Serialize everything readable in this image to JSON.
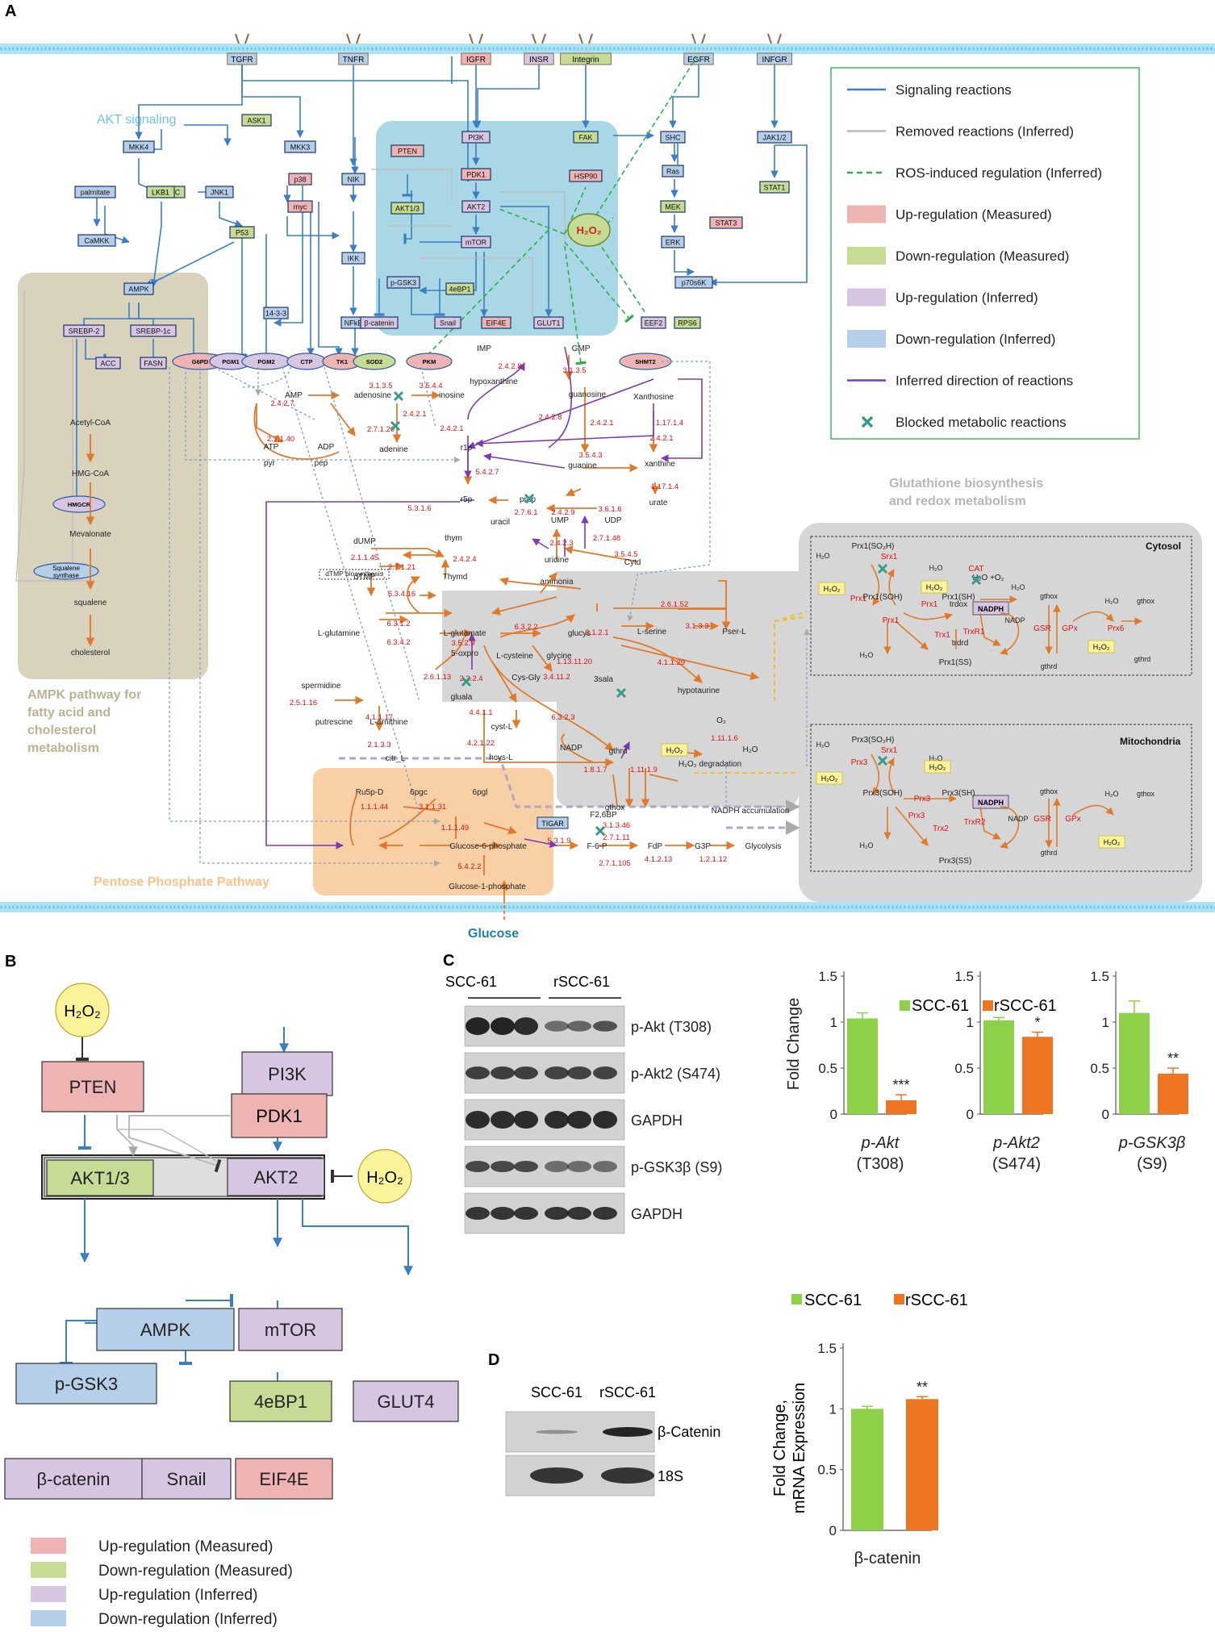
{
  "panel_labels": {
    "a": "A",
    "b": "B",
    "c": "C",
    "d": "D"
  },
  "panel_a": {
    "receptors": [
      "TGFR",
      "TNFR",
      "IGFR",
      "INSR",
      "Integrin",
      "EGFR",
      "INFGR"
    ],
    "section_titles": {
      "akt": "AKT signaling",
      "ampk": "AMPK pathway for fatty acid and cholesterol metabolism",
      "ampk_lines": [
        "AMPK pathway for",
        "fatty acid and",
        "cholesterol",
        "metabolism"
      ],
      "ppp": "Pentose Phosphate Pathway",
      "glut": "Glutathione biosynthesis and redox metabolism",
      "glut_lines": [
        "Glutathione biosynthesis",
        "and redox metabolism"
      ],
      "glucose": "Glucose",
      "cytosol": "Cytosol",
      "mito": "Mitochondria"
    },
    "legend": [
      {
        "label": "Signaling reactions",
        "kind": "line",
        "color": "#3a7fc4"
      },
      {
        "label": "Removed reactions (Inferred)",
        "kind": "line",
        "color": "#bbbbbb"
      },
      {
        "label": "ROS-induced regulation (Inferred)",
        "kind": "dash",
        "color": "#2bb04a"
      },
      {
        "label": "Up-regulation (Measured)",
        "kind": "box",
        "color": "#eeb4b4"
      },
      {
        "label": "Down-regulation (Measured)",
        "kind": "box",
        "color": "#c6dc94"
      },
      {
        "label": "Up-regulation (Inferred)",
        "kind": "box",
        "color": "#d6c6e2"
      },
      {
        "label": "Down-regulation (Inferred)",
        "kind": "box",
        "color": "#b6cfe8"
      },
      {
        "label": "Inferred direction of reactions",
        "kind": "line",
        "color": "#7a3cb0"
      },
      {
        "label": "Blocked metabolic reactions",
        "kind": "cross",
        "color": "#3a9a8a"
      }
    ],
    "nodes": {
      "ask1": "ASK1",
      "mkk4": "MKK4",
      "mkk3": "MKK3",
      "pkc": "PKC",
      "jnk1": "JNK1",
      "lkb1": "LKB1",
      "palmitate": "palmitate",
      "camkk": "CaMKK",
      "p53": "P53",
      "p38": "p38",
      "myc": "myc",
      "nik": "NIK",
      "ikk": "IKK",
      "nfkb": "NFkB",
      "s1433": "14-3-3",
      "ampk": "AMPK",
      "srebp2": "SREBP-2",
      "srebp1c": "SREBP-1c",
      "acc": "ACC",
      "fasn": "FASN",
      "pten": "PTEN",
      "akt13": "AKT1/3",
      "pi3k": "PI3K",
      "pdk1": "PDK1",
      "akt2": "AKT2",
      "mtor": "mTOR",
      "pgsk3": "p-GSK3",
      "bcat": "β-catenin",
      "snail": "Snail",
      "ebp1": "4eBP1",
      "eif4e": "EIF4E",
      "glut1": "GLUT1",
      "fak": "FAK",
      "hsp90": "HSP90",
      "shc": "SHC",
      "ras": "Ras",
      "mek": "MEK",
      "erk": "ERK",
      "stat3": "STAT3",
      "jak12": "JAK1/2",
      "stat1": "STAT1",
      "p70s6k": "p70s6K",
      "eef2": "EEF2",
      "rps6": "RPS6",
      "h2o2": "H₂O₂",
      "g6pd": "G6PD",
      "pgm1": "PGM1",
      "pgm2": "PGM2",
      "ctp": "CTP",
      "tk1": "TK1",
      "sod2": "SOD2",
      "pkm": "PKM",
      "shmt2": "SHMT2",
      "hmgcr": "HMGCR",
      "sqs": "Squalene synthase",
      "tigar": "TIGAR",
      "nadph": "NADPH"
    },
    "metabolites": {
      "acetylcoa": "Acetyl-CoA",
      "hmgcoa": "HMG-CoA",
      "mevalonate": "Mevalonate",
      "squalene": "squalene",
      "cholesterol": "cholesterol",
      "imp": "IMP",
      "gmp": "GMP",
      "hypoxanthine": "hypoxanthine",
      "amp": "AMP",
      "adenosine": "adenosine",
      "inosine": "inosine",
      "guanosine": "guanosine",
      "xanthosine": "Xanthosine",
      "adenine": "adenine",
      "atp": "ATP",
      "adp": "ADP",
      "pyr": "pyr",
      "pep": "pep",
      "r1p": "r1p",
      "guanine": "guanine",
      "xanthine": "xanthine",
      "r5p": "r5p",
      "prpp": "prpp",
      "urate": "urate",
      "uracil": "uracil",
      "ump": "UMP",
      "udp": "UDP",
      "uridine": "uridine",
      "cytd": "Cytd",
      "thym": "thym",
      "thymd": "Thymd",
      "dump": "dUMP",
      "dtmp": "dTMP",
      "dtmpbio": "dTMP biosynthesis",
      "ammonia": "ammonia",
      "lglutamine": "L-glutamine",
      "lglutamate": "L-glutamate",
      "glucys": "glucys",
      "oxpro": "5-oxpro",
      "gluala": "gluala",
      "lcysteine": "L-cysteine",
      "glycine": "glycine",
      "lserine": "L-serine",
      "pserl": "Pser-L",
      "cysgly": "Cys-Gly",
      "sala": "3sala",
      "hypotaurine": "hypotaurine",
      "spermidine": "spermidine",
      "putrescine": "putrescine",
      "lornithine": "L-ornithine",
      "citrl": "citr_L",
      "cystl": "cyst-L",
      "hcysl": "hcys-L",
      "gthrd": "gthrd",
      "gthox": "gthox",
      "h2o2deg": "H₂O₂ degradation",
      "o2": "O₂",
      "h2o": "H₂O",
      "ru5pd": "Ru5p-D",
      "6pgc": "6pgc",
      "6pgl": "6pgl",
      "g6p": "Glucose-6-phosphate",
      "g1p": "Glucose-1-phosphate",
      "f6p": "F-6-P",
      "fdp": "FdP",
      "g3p": "G3P",
      "glycolysis": "Glycolysis",
      "f26bp": "F2,6BP",
      "nadphacc": "NADPH accumulation",
      "nadp": "NADP",
      "prx1": "Prx1",
      "prx3": "Prx3",
      "srx1": "Srx1",
      "cat": "CAT",
      "trx1": "Trx1",
      "trx2": "Trx2",
      "trxr1": "TrxR1",
      "trxr2": "TrxR2",
      "gsr": "GSR",
      "gpx": "GPx",
      "prx6": "Prx6",
      "trdox": "trdox",
      "trdrd": "trdrd",
      "prx1so2h": "Prx1(SO₂H)",
      "prx1soh": "Prx1(SOH)",
      "prx1sh": "Prx1(SH)",
      "prx1ss": "Prx1(SS)",
      "prx3so2h": "Prx3(SO₂H)",
      "prx3soh": "Prx3(SOH)",
      "prx3sh": "Prx3(SH)",
      "prx3ss": "Prx3(SS)",
      "h2oo2": "H₂O +O₂"
    },
    "enzymes": {
      "e1": "3.1.3.5",
      "e2": "3.5.4.4",
      "e3": "2.4.2.7",
      "e4": "2.4.2.1",
      "e5": "2.7.1.20",
      "e6": "2.7.1.40",
      "e7": "2.4.2.1",
      "e8": "2.4.2.8",
      "e9": "3.1.3.5",
      "e10": "2.4.2.8",
      "e11": "2.4.2.1",
      "e12": "1.17.1.4",
      "e13": "2.4.2.1",
      "e14": "3.5.4.3",
      "e15": "5.4.2.7",
      "e16": "1.17.1.4",
      "e17": "2.7.6.1",
      "e18": "5.3.1.6",
      "e19": "2.4.2.9",
      "e20": "3.6.1.6",
      "e21": "2.4.2.3",
      "e22": "2.7.1.48",
      "e23": "3.5.4.5",
      "e24": "2.4.2.4",
      "e25": "2.1.1.45",
      "e26": "2.7.1.21",
      "e27": "6.3.4.16",
      "e28": "6.3.1.2",
      "e29": "6.3.4.2",
      "e30": "6.3.2.2",
      "e31": "2.6.1.52",
      "e32": "3.5.2.9",
      "e33": "2.1.2.1",
      "e34": "3.1.3.3",
      "e35": "2.3.2.4",
      "e36": "3.4.11.2",
      "e37": "1.13.11.20",
      "e38": "4.1.1.29",
      "e39": "2.6.1.13",
      "e40": "2.5.1.16",
      "e41": "4.1.1.17",
      "e42": "2.1.3.3",
      "e43": "4.4.1.1",
      "e44": "4.2.1.22",
      "e45": "6.3.2.3",
      "e46": "1.11.1.6",
      "e47": "1.8.1.7",
      "e48": "1.11.1.9",
      "e49": "1.1.1.44",
      "e50": "3.1.1.31",
      "e51": "1.1.1.49",
      "e52": "5.4.2.2",
      "e53": "5.3.1.9",
      "e54": "3.1.3.46",
      "e55": "2.7.1.11",
      "e56": "2.7.1.105",
      "e57": "4.1.2.13",
      "e58": "1.2.1.12"
    }
  },
  "panel_b": {
    "nodes": {
      "h2o2_top": "H₂O₂",
      "pi3k": "PI3K",
      "pten": "PTEN",
      "pdk1": "PDK1",
      "akt13": "AKT1/3",
      "akt2": "AKT2",
      "h2o2_side": "H₂O₂",
      "ampk": "AMPK",
      "mtor": "mTOR",
      "pgsk3": "p-GSK3",
      "ebp1": "4eBP1",
      "glut4": "GLUT4",
      "bcat": "β-catenin",
      "snail": "Snail",
      "eif4e": "EIF4E"
    },
    "legend": [
      {
        "label": "Up-regulation (Measured)",
        "color": "#eeb4b4"
      },
      {
        "label": "Down-regulation (Measured)",
        "color": "#c6dc94"
      },
      {
        "label": "Up-regulation (Inferred)",
        "color": "#d6c6e2"
      },
      {
        "label": "Down-regulation (Inferred)",
        "color": "#b6cfe8"
      }
    ]
  },
  "panel_c": {
    "blot_groups": [
      "SCC-61",
      "rSCC-61"
    ],
    "blot_rows": [
      "p-Akt (T308)",
      "p-Akt2 (S474)",
      "GAPDH",
      "p-GSK3β (S9)",
      "GAPDH"
    ],
    "legend": [
      "SCC-61",
      "rSCC-61"
    ],
    "ylabel": "Fold Change",
    "colors": {
      "scc": "#8cd147",
      "rscc": "#ee7522"
    },
    "labels_line1": [
      "p-Akt",
      "p-Akt2",
      "p-GSK3β"
    ],
    "labels_line2": [
      "(T308)",
      "(S474)",
      "(S9)"
    ]
  },
  "panel_d": {
    "blot_groups": [
      "SCC-61",
      "rSCC-61"
    ],
    "blot_rows": [
      "β-Catenin",
      "18S"
    ],
    "legend": [
      "SCC-61",
      "rSCC-61"
    ],
    "ylabel_lines": [
      "Fold Change,",
      "mRNA Expression"
    ],
    "xlabel": "β-catenin"
  },
  "chart_data": [
    {
      "type": "bar",
      "categories": [
        "SCC-61",
        "rSCC-61"
      ],
      "values": [
        1.04,
        0.15
      ],
      "errors": [
        0.06,
        0.06
      ],
      "significance": [
        "",
        "***"
      ],
      "xlabel": "p-Akt (T308)",
      "ylabel": "Fold Change",
      "ylim": [
        0,
        1.5
      ],
      "yticks": [
        "0",
        "0.5",
        "1",
        "1.5"
      ]
    },
    {
      "type": "bar",
      "categories": [
        "SCC-61",
        "rSCC-61"
      ],
      "values": [
        1.02,
        0.84
      ],
      "errors": [
        0.03,
        0.05
      ],
      "significance": [
        "",
        "*"
      ],
      "xlabel": "p-Akt2 (S474)",
      "ylim": [
        0,
        1.5
      ],
      "yticks": [
        "0",
        "0.5",
        "1",
        "1.5"
      ]
    },
    {
      "type": "bar",
      "categories": [
        "SCC-61",
        "rSCC-61"
      ],
      "values": [
        1.1,
        0.44
      ],
      "errors": [
        0.13,
        0.06
      ],
      "significance": [
        "",
        "**"
      ],
      "xlabel": "p-GSK3β (S9)",
      "ylim": [
        0,
        1.5
      ],
      "yticks": [
        "0",
        "0.5",
        "1",
        "1.5"
      ]
    },
    {
      "type": "bar",
      "categories": [
        "SCC-61",
        "rSCC-61"
      ],
      "values": [
        1.0,
        1.08
      ],
      "errors": [
        0.02,
        0.02
      ],
      "significance": [
        "",
        "**"
      ],
      "xlabel": "β-catenin",
      "ylabel": "Fold Change, mRNA Expression",
      "ylim": [
        0,
        1.5
      ],
      "yticks": [
        "0",
        "0.5",
        "1",
        "1.5"
      ]
    }
  ]
}
